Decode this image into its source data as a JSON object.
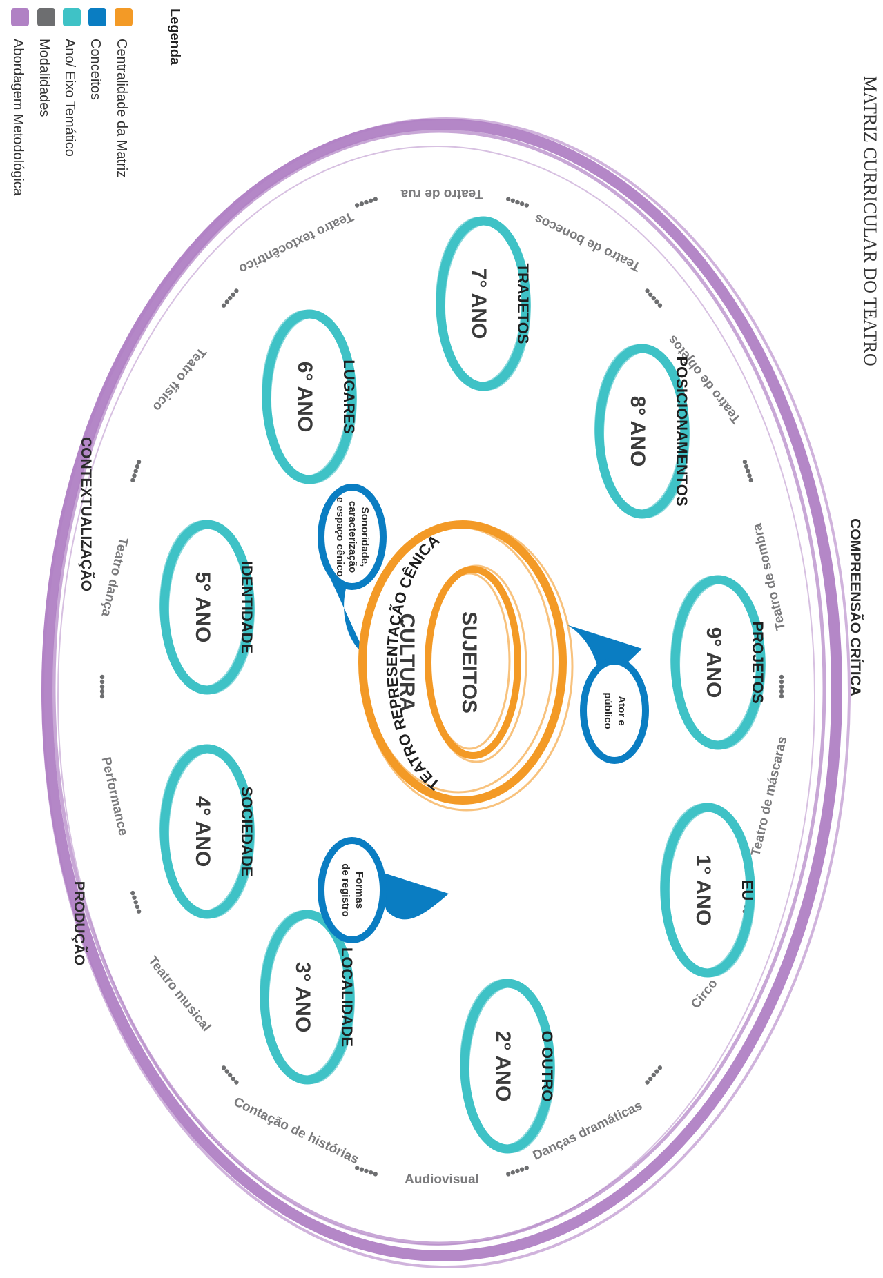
{
  "title": "MATRIZ CURRICULAR DO TEATRO",
  "legend": {
    "heading": "Legenda",
    "items": [
      {
        "label": "Centralidade da Matriz",
        "color": "#f39a26"
      },
      {
        "label": "Conceitos",
        "color": "#0a7dc2"
      },
      {
        "label": "Ano/ Eixo Temático",
        "color": "#3fc2c6"
      },
      {
        "label": "Modalidades",
        "color": "#6d6e70"
      },
      {
        "label": "Abordagem Metodológica",
        "color": "#b081c4"
      }
    ]
  },
  "approaches": [
    "COMPREENSÃO CRÍTICA",
    "CONTEXTUALIZAÇÃO",
    "PRODUÇÃO"
  ],
  "modalities": [
    "Teatro de rua",
    "Teatro de bonecos",
    "Teatro de objetos",
    "Teatro de sombra",
    "Teatro de máscaras",
    "Circo",
    "Danças dramáticas",
    "Audiovisual",
    "Contação de histórias",
    "Teatro musical",
    "Performance",
    "Teatro dança",
    "Teatro físico",
    "Teatro textocêntrico"
  ],
  "years": [
    {
      "year": "1° ANO",
      "axis": "EU"
    },
    {
      "year": "2° ANO",
      "axis": "O OUTRO"
    },
    {
      "year": "3° ANO",
      "axis": "LOCALIDADE"
    },
    {
      "year": "4° ANO",
      "axis": "SOCIEDADE"
    },
    {
      "year": "5° ANO",
      "axis": "IDENTIDADE"
    },
    {
      "year": "6° ANO",
      "axis": "LUGARES"
    },
    {
      "year": "7° ANO",
      "axis": "TRAJETOS"
    },
    {
      "year": "8° ANO",
      "axis": "POSICIONAMENTOS"
    },
    {
      "year": "9° ANO",
      "axis": "PROJETOS"
    }
  ],
  "concepts": [
    [
      "Ator e",
      "público"
    ],
    [
      "Formas",
      "de registro"
    ],
    [
      "Sonoridade,",
      "caracterização",
      "e espaço cênico"
    ]
  ],
  "center": {
    "outer_label": "TEATRO REPRESENTAÇÃO CÊNICA",
    "middle_label": "CULTURA",
    "inner_label": "SUJEITOS"
  }
}
